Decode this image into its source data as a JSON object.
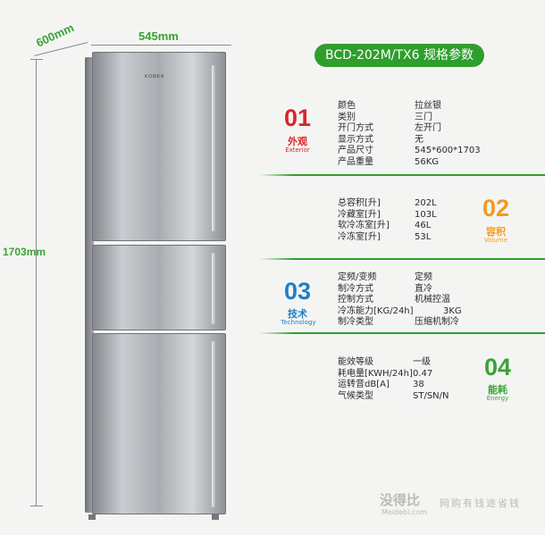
{
  "title": "BCD-202M/TX6 规格参数",
  "dimensions": {
    "depth": "600mm",
    "width": "545mm",
    "height": "1703mm"
  },
  "fridge": {
    "brand": "KONKA"
  },
  "sections": [
    {
      "num": "01",
      "cn": "外观",
      "en": "Exterior",
      "color": "#d9262a",
      "rows": [
        {
          "k": "颜色",
          "v": "拉丝银"
        },
        {
          "k": "类别",
          "v": "三门"
        },
        {
          "k": "开门方式",
          "v": "左开门"
        },
        {
          "k": "显示方式",
          "v": "无"
        },
        {
          "k": "产品尺寸",
          "v": "545*600*1703"
        },
        {
          "k": "产品重量",
          "v": "56KG"
        }
      ]
    },
    {
      "num": "02",
      "cn": "容积",
      "en": "Volume",
      "color": "#f39a1e",
      "rows": [
        {
          "k": "总容积[升]",
          "v": "202L"
        },
        {
          "k": "冷藏室[升]",
          "v": "103L"
        },
        {
          "k": "软冷冻室[升]",
          "v": "46L"
        },
        {
          "k": "冷冻室[升]",
          "v": "53L"
        }
      ]
    },
    {
      "num": "03",
      "cn": "技术",
      "en": "Technology",
      "color": "#1f7fc7",
      "rows": [
        {
          "k": "定频/变频",
          "v": "定频"
        },
        {
          "k": "制冷方式",
          "v": "直冷"
        },
        {
          "k": "控制方式",
          "v": "机械控温"
        },
        {
          "k": "冷冻能力[KG/24h]",
          "v": "3KG"
        },
        {
          "k": "制冷类型",
          "v": "压缩机制冷"
        }
      ]
    },
    {
      "num": "04",
      "cn": "能耗",
      "en": "Energy",
      "color": "#3aa335",
      "rows": [
        {
          "k": "能效等级",
          "v": "一级"
        },
        {
          "k": "耗电量[KWH/24h]",
          "v": "0.47"
        },
        {
          "k": "运转音dB[A]",
          "v": "38"
        },
        {
          "k": "气候类型",
          "v": "ST/SN/N"
        }
      ]
    }
  ],
  "watermark": {
    "logo": "没得比",
    "sub": "Meidebi.com",
    "slogan": "网购有钱途省钱"
  }
}
